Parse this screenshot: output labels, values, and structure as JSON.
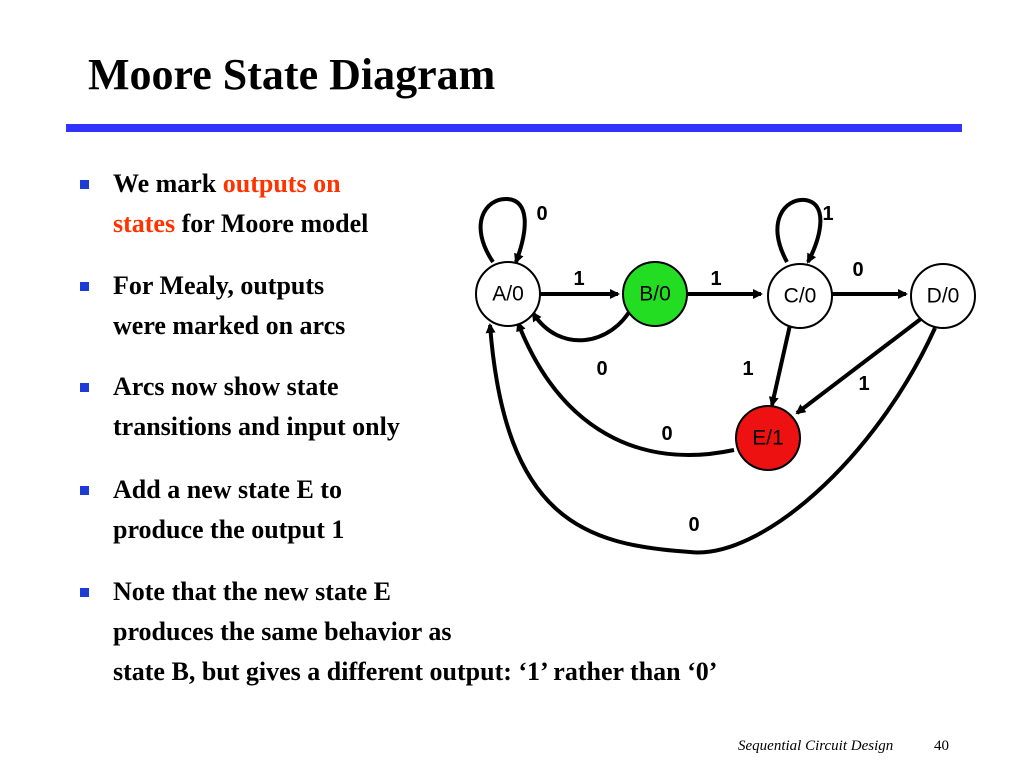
{
  "slide": {
    "title": "Moore State Diagram",
    "footer_title": "Sequential Circuit Design",
    "page_number": "40"
  },
  "bullets": [
    {
      "lines": [
        {
          "parts": [
            "We mark ",
            "outputs on"
          ],
          "accent": [
            false,
            true
          ]
        },
        {
          "parts": [
            "states",
            " for Moore model"
          ],
          "accent": [
            true,
            false
          ]
        }
      ]
    },
    {
      "lines": [
        "For Mealy, outputs",
        "were marked on arcs"
      ]
    },
    {
      "lines": [
        "Arcs now show state",
        "transitions and input only"
      ]
    },
    {
      "lines": [
        "Add a new state E to",
        "produce the output 1"
      ]
    },
    {
      "lines": [
        "Note that the new state E",
        "produces the same behavior as",
        "state B, but gives a different output: ‘1’ rather than ‘0’"
      ]
    }
  ],
  "bullet_text": {
    "b1_l1_a": "We mark ",
    "b1_l1_b": "outputs on",
    "b1_l2_a": "states",
    "b1_l2_b": " for Moore model",
    "b2_l1": "For Mealy, outputs",
    "b2_l2": "were marked on arcs",
    "b3_l1": "Arcs now show state",
    "b3_l2": "transitions and input only",
    "b4_l1": "Add a new state E to",
    "b4_l2": "produce the output 1",
    "b5_l1": "Note that the new state E",
    "b5_l2": "produces the same behavior as",
    "b5_l3": "state B, but gives a different output: ‘1’ rather than ‘0’"
  },
  "colors": {
    "title_rule": "#3333ff",
    "accent_text": "#ff3300",
    "bullet_marker": "#1f3bd6",
    "state_B_fill": "#22dd22",
    "state_E_fill": "#ee1111",
    "state_default_fill": "#ffffff"
  },
  "diagram": {
    "states": {
      "A": {
        "label": "A/0"
      },
      "B": {
        "label": "B/0"
      },
      "C": {
        "label": "C/0"
      },
      "D": {
        "label": "D/0"
      },
      "E": {
        "label": "E/1"
      }
    },
    "transitions": [
      {
        "from": "A",
        "to": "A",
        "input": "0"
      },
      {
        "from": "A",
        "to": "B",
        "input": "1"
      },
      {
        "from": "B",
        "to": "A",
        "input": "0"
      },
      {
        "from": "B",
        "to": "C",
        "input": "1"
      },
      {
        "from": "C",
        "to": "C",
        "input": "1"
      },
      {
        "from": "C",
        "to": "D",
        "input": "0"
      },
      {
        "from": "C",
        "to": "E",
        "input": "1"
      },
      {
        "from": "D",
        "to": "E",
        "input": "1"
      },
      {
        "from": "D",
        "to": "A",
        "input": "0"
      },
      {
        "from": "E",
        "to": "A",
        "input": "0"
      }
    ],
    "edge_labels": {
      "A_A": "0",
      "A_B": "1",
      "B_A": "0",
      "B_C": "1",
      "C_C": "1",
      "C_D": "0",
      "C_E": "1",
      "D_E": "1",
      "E_A": "0",
      "D_A": "0"
    }
  }
}
